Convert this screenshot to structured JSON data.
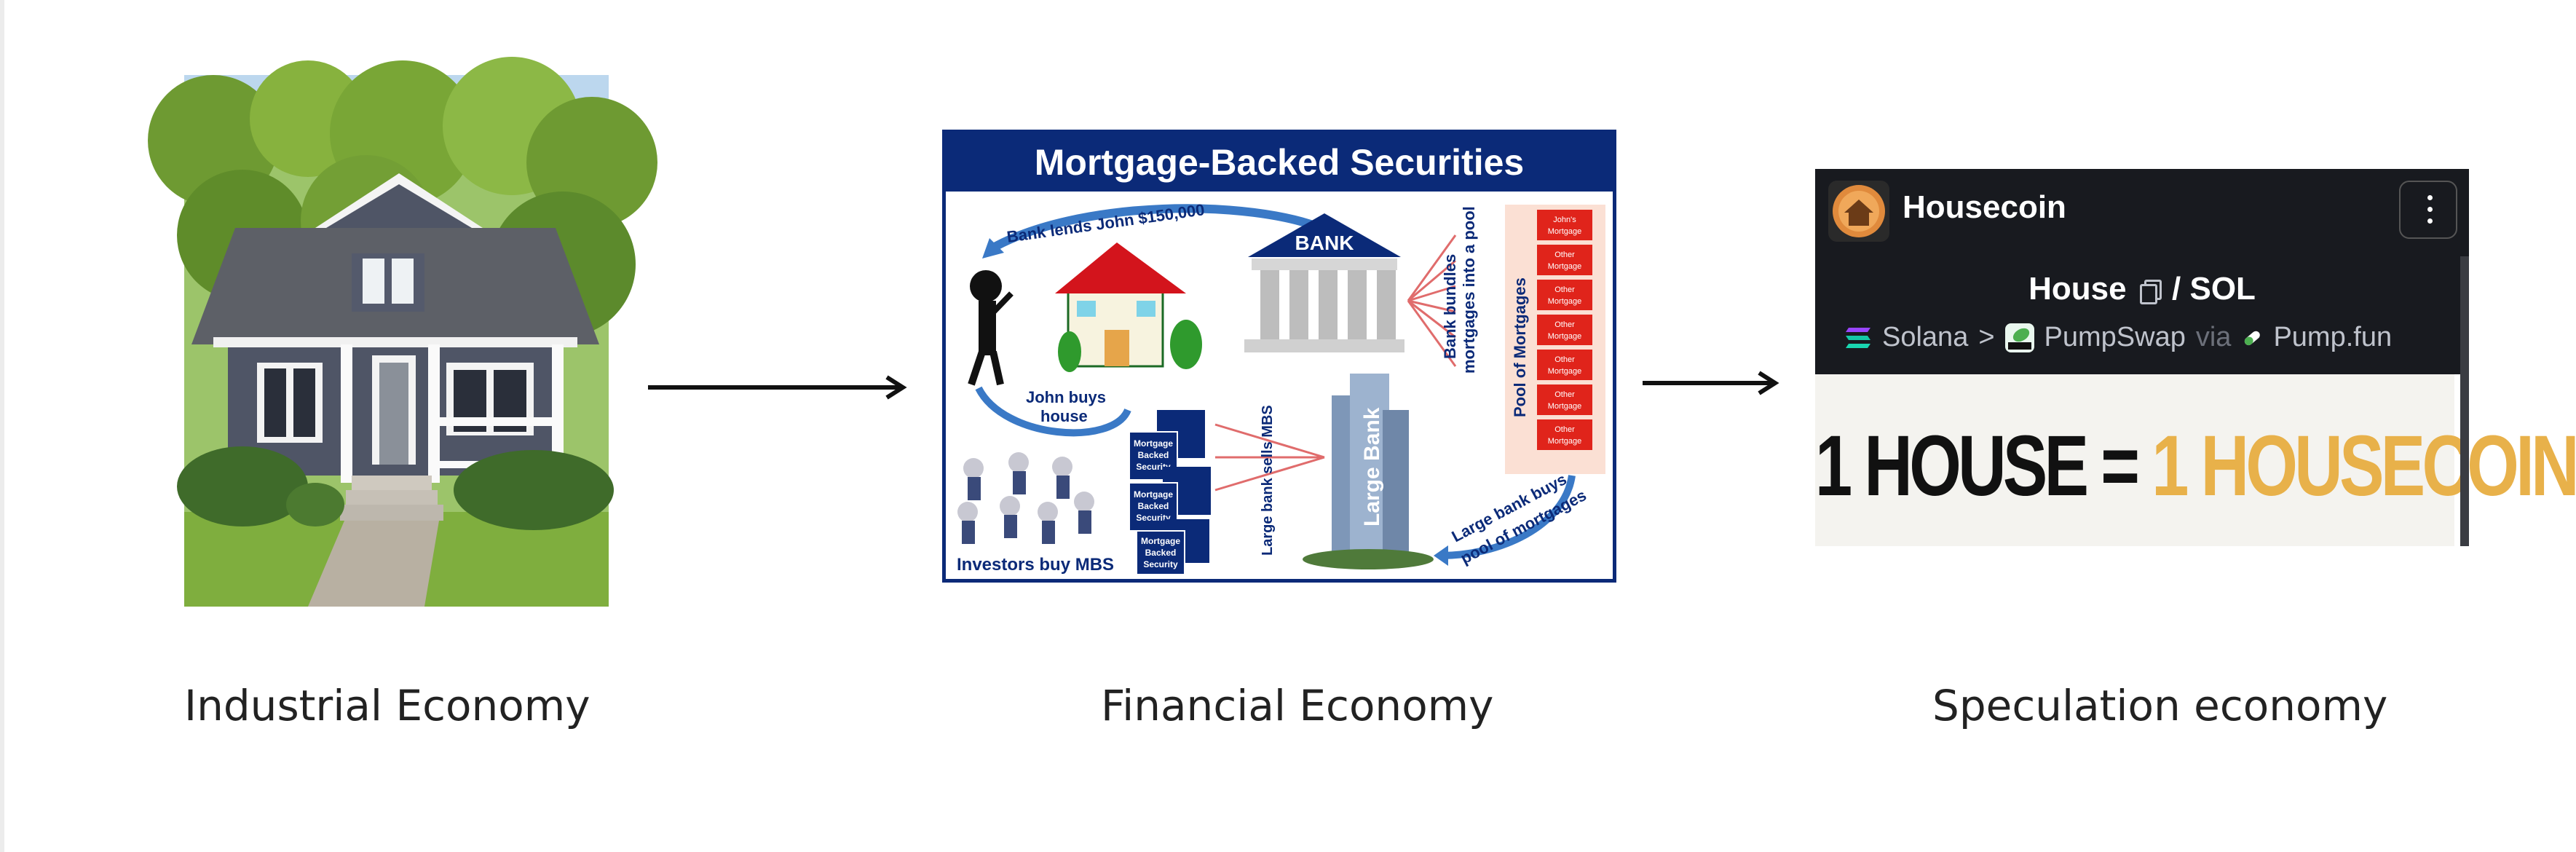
{
  "captions": {
    "industrial": "Industrial Economy",
    "financial": "Financial Economy",
    "speculation": "Speculation economy"
  },
  "mbs": {
    "title": "Mortgage-Backed Securities",
    "bank_lends": "Bank lends John $150,000",
    "bank": "BANK",
    "john_buys_1": "John buys",
    "john_buys_2": "house",
    "bank_bundles_1": "Bank bundles",
    "bank_bundles_2": "mortgages into a pool",
    "pool_label": "Pool of Mortgages",
    "johns_mortgage_1": "John's",
    "johns_mortgage_2": "Mortgage",
    "other_1": "Other",
    "other_2": "Mortgage",
    "large_bank": "Large Bank",
    "large_bank_sells": "Large bank sells MBS",
    "large_bank_buys_1": "Large bank buys",
    "large_bank_buys_2": "pool of mortgages",
    "investors_buy": "Investors buy MBS",
    "mbs_card_1": "Mortgage",
    "mbs_card_2": "Backed",
    "mbs_card_3": "Security"
  },
  "housecoin": {
    "name": "Housecoin",
    "pair_base": "House",
    "pair_sep": "/",
    "pair_quote": "SOL",
    "chain": "Solana",
    "route_sep": ">",
    "dex": "PumpSwap",
    "via": "via",
    "launchpad": "Pump.fun",
    "slogan_left": "1 HOUSE",
    "slogan_eq": "=",
    "slogan_right": "1 HOUSECOIN",
    "colors": {
      "bg": "#181a1f",
      "accent": "#e8b14a"
    }
  }
}
